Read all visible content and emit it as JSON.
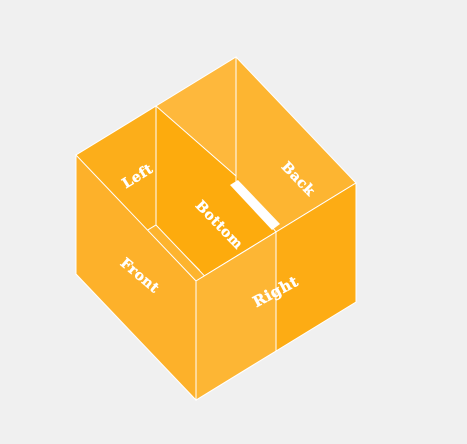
{
  "cube": {
    "colors": {
      "background": "#f0f0f0",
      "face_light": "#feb73a",
      "face_mid": "#fdb22c",
      "face_dark": "#fca907",
      "edge": "#ffffff"
    },
    "faces": {
      "left": {
        "label": "Left"
      },
      "back": {
        "label": "Back"
      },
      "bottom": {
        "label": "Bottom"
      },
      "front": {
        "label": "Front"
      },
      "right": {
        "label": "Right"
      }
    }
  }
}
